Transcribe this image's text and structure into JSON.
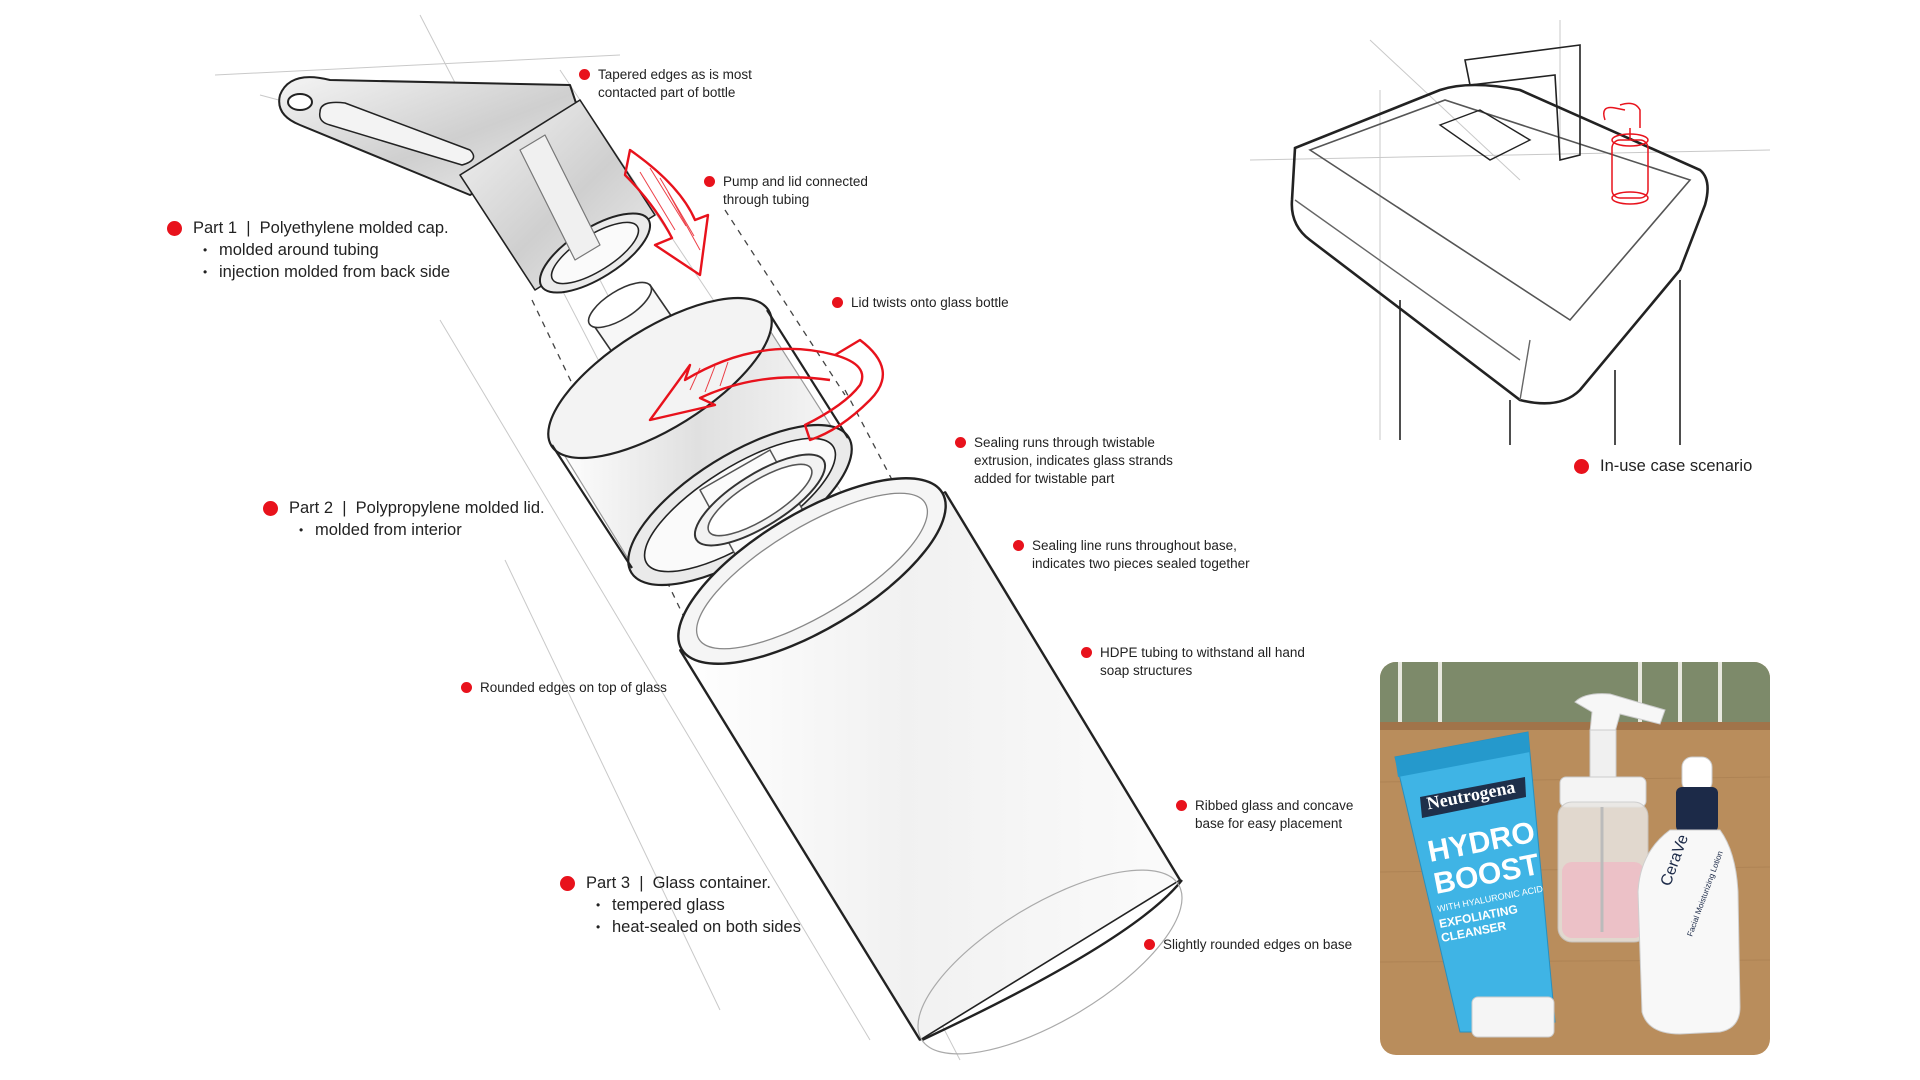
{
  "colors": {
    "accent": "#e8121c",
    "line": "#222222",
    "paper": "#ffffff",
    "wood": "#b98d5c"
  },
  "callouts": {
    "tapered_edges": "Tapered edges as is most\ncontacted part of bottle",
    "pump_lid": "Pump and lid connected\nthrough tubing",
    "lid_twists": "Lid twists onto glass bottle",
    "sealing_twist": "Sealing runs through twistable\nextrusion, indicates glass strands\nadded for twistable part",
    "sealing_base": "Sealing line runs throughout base,\nindicates two pieces sealed together",
    "hdpe": "HDPE tubing to withstand all hand\nsoap structures",
    "rounded_top": "Rounded edges on top of glass",
    "ribbed": "Ribbed glass and concave\nbase for easy placement",
    "rounded_base": "Slightly rounded edges on base"
  },
  "parts": [
    {
      "title": "Part 1  |  Polyethylene molded cap.",
      "bullets": [
        "molded around tubing",
        "injection molded from back side"
      ]
    },
    {
      "title": "Part 2  |  Polypropylene molded lid.",
      "bullets": [
        "molded from interior"
      ]
    },
    {
      "title": "Part 3  |  Glass container.",
      "bullets": [
        "tempered glass",
        "heat-sealed on both sides"
      ]
    }
  ],
  "scenario_label": "In-use case scenario",
  "photo": {
    "tube_brand": "Neutrogena",
    "tube_product_line1": "HYDRO",
    "tube_product_line2": "BOOST",
    "tube_sub1": "WITH HYALURONIC ACID",
    "tube_sub2": "EXFOLIATING",
    "tube_sub3": "CLEANSER",
    "bottle_brand": "CeraVe",
    "bottle_product": "Facial Moisturizing Lotion"
  }
}
